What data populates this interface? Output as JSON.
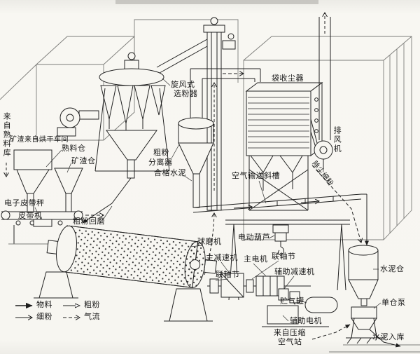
{
  "labels": {
    "from_clinker_store": "来自熟料库",
    "slag_from_drying": "矿渣来自烘干车间",
    "clinker_silo": "熟料仓",
    "slag_silo": "矿渣仓",
    "belt_scale": "电子皮带秤",
    "belt_conveyor": "皮带机",
    "coarse_return": "粗粉回磨",
    "cyclone_classifier_1": "旋风式",
    "cyclone_classifier_2": "选粉器",
    "coarse_separator_1": "粗粉",
    "coarse_separator_2": "分离器",
    "qualified_cement": "合格水泥",
    "bag_dust_collector": "袋收尘器",
    "exhaust_fan": "排风机",
    "air_chute": "空气输送斜槽",
    "dust_fine_powder": "除尘细粉",
    "electric_hoist": "电动葫芦",
    "ball_mill": "球磨机",
    "main_reducer": "主减速机",
    "main_motor": "主电机",
    "coupling": "联轴节",
    "aux_reducer": "辅助减速机",
    "air_tank": "贮气罐",
    "aux_motor": "辅助电机",
    "cement_silo": "水泥仓",
    "single_pump": "单仓泵",
    "compressed_air_1": "来自压缩",
    "compressed_air_2": "空气站",
    "cement_to_store": "水泥入库"
  },
  "legend": {
    "material": "物料",
    "coarse_powder": "粗粉",
    "fine_powder": "细粉",
    "air_flow": "气流"
  }
}
